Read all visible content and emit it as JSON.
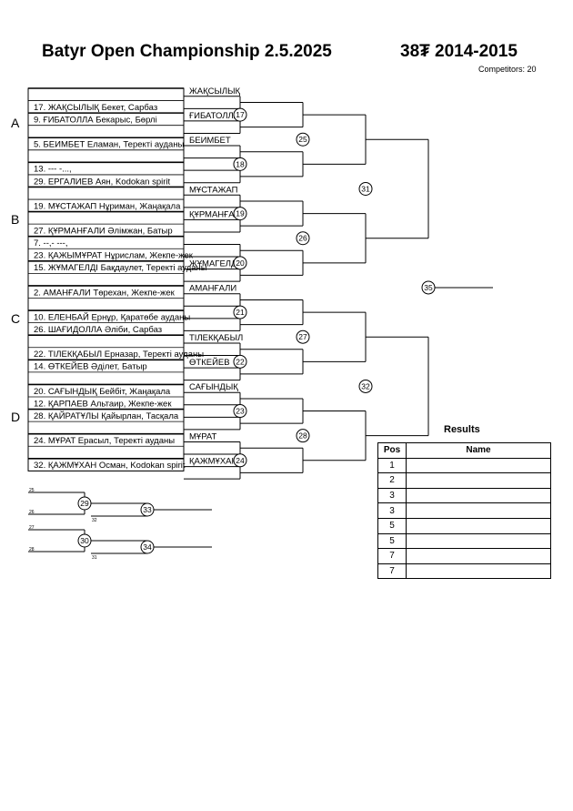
{
  "header": {
    "title": "Batyr Open Championship  2.5.2025",
    "category": "38₮ 2014-2015",
    "competitors": "Competitors: 20"
  },
  "pools": [
    "A",
    "B",
    "C",
    "D"
  ],
  "entries": [
    "",
    "17. ЖАҚСЫЛЫҚ Бекет, Сарбаз",
    "9. ҒИБАТОЛЛА Бекарыс, Бөрлі",
    "",
    "5. БЕИМБЕТ Еламан, Теректі ауданы",
    "",
    "13. --- -...,",
    "29. ЕРГАЛИЕВ Аян, Kodokan spirit",
    "",
    "19. МҰСТАЖАП Нұриман, Жаңақала",
    "",
    "27. ҚҰРМАНҒАЛИ Әлімжан, Батыр",
    "7. --,- ---,",
    "23. ҚАЖЫМҰРАТ Нұрислам, Жекпе-жек",
    "15. ЖҰМАГЕЛДІ Бақдаулет, Теректі ауданы",
    "",
    "2. АМАНҒАЛИ Төрехан, Жекпе-жек",
    "",
    "10. ЕЛЕНБАЙ Ернұр, Қаратөбе ауданы",
    "26. ШАҒИДОЛЛА Әліби, Сарбаз",
    "",
    "22. ТІЛЕКҚАБЫЛ Ерназар, Теректі ауданы",
    "14. ӨТКЕЙЕВ Әділет, Батыр",
    "",
    "20. САҒЫНДЫҚ Бейбіт, Жаңақала",
    "12. ҚАРПАЕВ Альтаир, Жекпе-жек",
    "28. ҚАЙРАТҰЛЫ Қайырлан, Тасқала",
    "",
    "24. МҰРАТ Ерасыл, Теректі ауданы",
    "",
    "32. ҚАЖМҰХАН Осман, Kodokan spirit"
  ],
  "round1_winners": [
    "ЖАҚСЫЛЫҚ",
    "ҒИБАТОЛЛА",
    "БЕИМБЕТ",
    "",
    "МҰСТАЖАП",
    "ҚҰРМАНҒАЛИ",
    "",
    "ЖҰМАГЕЛДІ",
    "АМАНҒАЛИ",
    "",
    "ТІЛЕКҚАБЫЛ",
    "ӨТКЕЙЕВ",
    "САҒЫНДЫҚ",
    "",
    "МҰРАТ",
    "ҚАЖМҰХАН"
  ],
  "matches": {
    "round2": [
      "17",
      "18",
      "19",
      "20",
      "21",
      "22",
      "23",
      "24"
    ],
    "round3": [
      "25",
      "26",
      "27",
      "28"
    ],
    "round4": [
      "31",
      "32"
    ],
    "final": "35"
  },
  "repechage": [
    {
      "match": "29",
      "in_top": "25",
      "in_bottom": "26",
      "next": "33",
      "next_in": "32"
    },
    {
      "match": "30",
      "in_top": "27",
      "in_bottom": "28",
      "next": "34",
      "next_in": "31"
    }
  ],
  "results": {
    "title": "Results",
    "headers": {
      "pos": "Pos",
      "name": "Name"
    },
    "rows": [
      {
        "pos": "1",
        "name": ""
      },
      {
        "pos": "2",
        "name": ""
      },
      {
        "pos": "3",
        "name": ""
      },
      {
        "pos": "3",
        "name": ""
      },
      {
        "pos": "5",
        "name": ""
      },
      {
        "pos": "5",
        "name": ""
      },
      {
        "pos": "7",
        "name": ""
      },
      {
        "pos": "7",
        "name": ""
      }
    ]
  }
}
